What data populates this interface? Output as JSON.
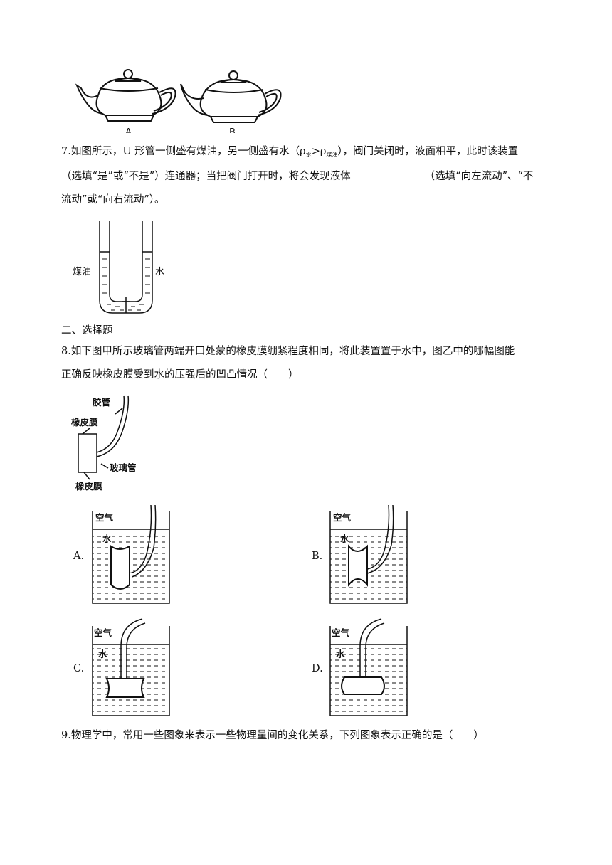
{
  "teapots": {
    "label_a": "A",
    "label_b": "B"
  },
  "q7": {
    "line1_pre": "7.如图所示，U 形管一侧盛有煤油，另一侧盛有水（ρ",
    "rho_sub_water": "水",
    "rho_gt": ">ρ",
    "rho_sub_oil": "煤油",
    "line1_post": "），阀门关闭时，液面相平，此时该装置",
    "line2_pre": "（选填“是”或“不是”）连通器；当把阀门打开时，将会发现液体",
    "line2_post": "（选填“向左流动”、“不",
    "line3": "流动”或“向右流动”）。",
    "label_left": "煤油",
    "label_right": "水"
  },
  "section2": {
    "title": "二、选择题"
  },
  "q8": {
    "line1": "8.如下图甲所示玻璃管两端开口处蒙的橡皮膜绷紧程度相同，将此装置置于水中，图乙中的哪幅图能",
    "line2": "正确反映橡皮膜受到水的压强后的凹凸情况（　　）",
    "fig": {
      "label_tube": "胶管",
      "label_film_top": "橡皮膜",
      "label_glass": "玻璃管",
      "label_film_bottom": "橡皮膜"
    },
    "options": [
      {
        "letter": "A.",
        "air": "空气",
        "water": "水"
      },
      {
        "letter": "B.",
        "air": "空气",
        "water": "水"
      },
      {
        "letter": "C.",
        "air": "空气",
        "water": "水"
      },
      {
        "letter": "D.",
        "air": "空气",
        "water": "水"
      }
    ]
  },
  "q9": {
    "line1": "9.物理学中，常用一些图象来表示一些物理量间的变化关系，下列图象表示正确的是（　　）"
  }
}
